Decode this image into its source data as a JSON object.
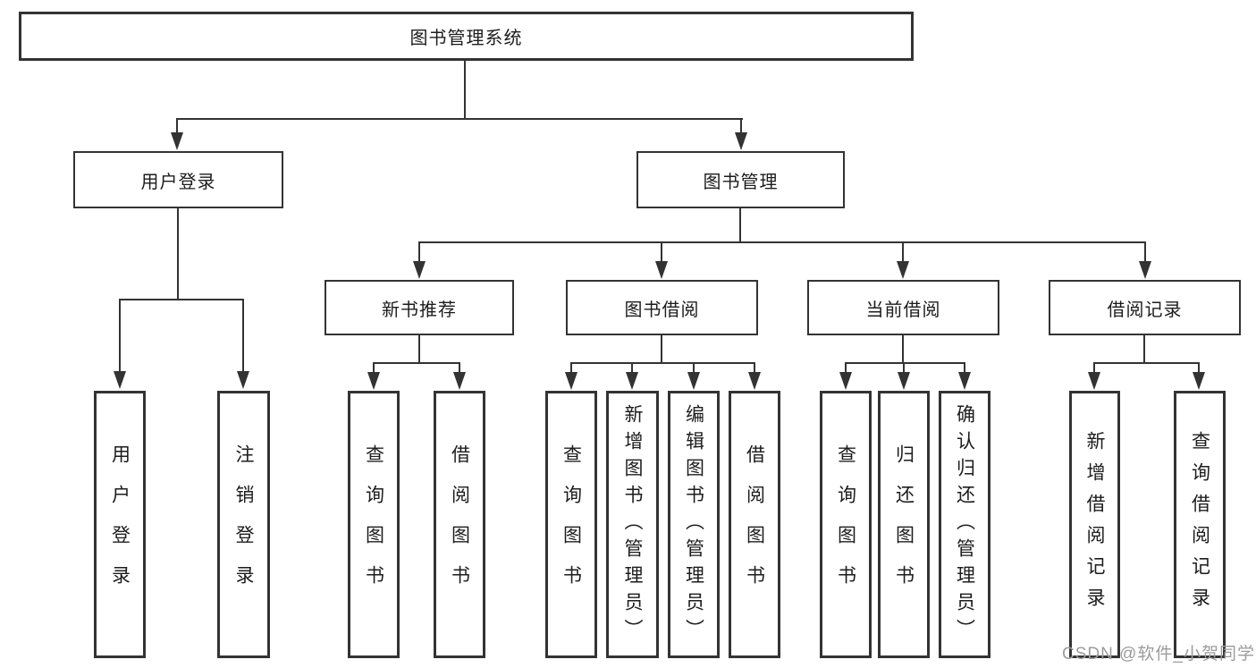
{
  "diagram_type": "hierarchy-tree",
  "tree": {
    "root": "图书管理系统",
    "children": [
      {
        "label": "用户登录",
        "children": [
          "用户登录",
          "注销登录"
        ]
      },
      {
        "label": "图书管理",
        "children": [
          {
            "label": "新书推荐",
            "children": [
              "查询图书",
              "借阅图书"
            ]
          },
          {
            "label": "图书借阅",
            "children": [
              "查询图书",
              "新增图书（管理员）",
              "编辑图书（管理员）",
              "借阅图书"
            ]
          },
          {
            "label": "当前借阅",
            "children": [
              "查询图书",
              "归还图书",
              "确认归还（管理员）"
            ]
          },
          {
            "label": "借阅记录",
            "children": [
              "新增借阅记录",
              "查询借阅记录"
            ]
          }
        ]
      }
    ]
  },
  "watermark": {
    "text": "CSDN @软件_小贺同学"
  },
  "colors": {
    "line": "#333333",
    "text": "#1c1c1c",
    "background": "#ffffff",
    "watermark": "#9c9c9c"
  }
}
